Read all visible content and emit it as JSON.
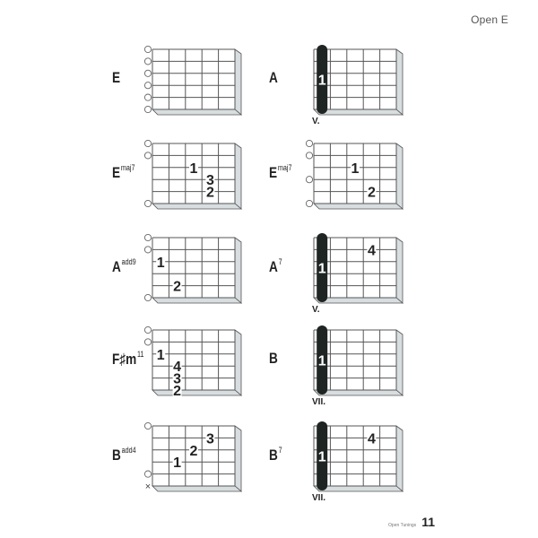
{
  "page": {
    "header_title": "Open E",
    "footer_section": "Open Tunings",
    "page_number": "11"
  },
  "grid": {
    "strings": 6,
    "frets": 5
  },
  "chords": [
    {
      "id": "E",
      "root": "E",
      "suffix": "",
      "column": "left",
      "row": 0,
      "open": [
        0,
        1,
        2,
        3,
        4,
        5
      ],
      "muted": [],
      "barre": null,
      "position": "",
      "fingers": []
    },
    {
      "id": "A",
      "root": "A",
      "suffix": "",
      "column": "right",
      "row": 0,
      "open": [],
      "muted": [],
      "barre": {
        "fret": 1,
        "finger": "1"
      },
      "position": "V.",
      "fingers": []
    },
    {
      "id": "Emaj7-a",
      "root": "E",
      "suffix": "maj7",
      "column": "left",
      "row": 1,
      "open": [
        0,
        1,
        5
      ],
      "muted": [],
      "barre": null,
      "position": "",
      "fingers": [
        {
          "string": 2,
          "fret": 3,
          "finger": "1"
        },
        {
          "string": 3,
          "fret": 4,
          "finger": "3"
        },
        {
          "string": 4,
          "fret": 4,
          "finger": "2"
        }
      ]
    },
    {
      "id": "Emaj7-b",
      "root": "E",
      "suffix": "maj7",
      "column": "right",
      "row": 1,
      "open": [
        0,
        1,
        3,
        5
      ],
      "muted": [],
      "barre": null,
      "position": "",
      "fingers": [
        {
          "string": 2,
          "fret": 3,
          "finger": "1"
        },
        {
          "string": 4,
          "fret": 4,
          "finger": "2"
        }
      ]
    },
    {
      "id": "Aadd9",
      "root": "A",
      "suffix": "add9",
      "column": "left",
      "row": 2,
      "open": [
        0,
        1,
        5
      ],
      "muted": [],
      "barre": null,
      "position": "",
      "fingers": [
        {
          "string": 2,
          "fret": 1,
          "finger": "1"
        },
        {
          "string": 4,
          "fret": 2,
          "finger": "2"
        }
      ]
    },
    {
      "id": "A7",
      "root": "A",
      "suffix": "7",
      "column": "right",
      "row": 2,
      "open": [],
      "muted": [],
      "barre": {
        "fret": 1,
        "finger": "1"
      },
      "position": "V.",
      "fingers": [
        {
          "string": 1,
          "fret": 4,
          "finger": "4"
        }
      ]
    },
    {
      "id": "F#m11",
      "root": "F♯m",
      "suffix": "11",
      "column": "left",
      "row": 3,
      "open": [
        0,
        1
      ],
      "muted": [],
      "barre": null,
      "position": "",
      "fingers": [
        {
          "string": 2,
          "fret": 1,
          "finger": "1"
        },
        {
          "string": 3,
          "fret": 2,
          "finger": "4"
        },
        {
          "string": 4,
          "fret": 2,
          "finger": "3"
        },
        {
          "string": 5,
          "fret": 2,
          "finger": "2"
        }
      ]
    },
    {
      "id": "B",
      "root": "B",
      "suffix": "",
      "column": "right",
      "row": 3,
      "open": [],
      "muted": [],
      "barre": {
        "fret": 1,
        "finger": "1"
      },
      "position": "VII.",
      "fingers": []
    },
    {
      "id": "Badd4",
      "root": "B",
      "suffix": "add4",
      "column": "left",
      "row": 4,
      "open": [
        0,
        4
      ],
      "muted": [
        5
      ],
      "barre": null,
      "position": "",
      "fingers": [
        {
          "string": 3,
          "fret": 2,
          "finger": "1"
        },
        {
          "string": 2,
          "fret": 3,
          "finger": "2"
        },
        {
          "string": 1,
          "fret": 4,
          "finger": "3"
        }
      ]
    },
    {
      "id": "B7",
      "root": "B",
      "suffix": "7",
      "column": "right",
      "row": 4,
      "open": [],
      "muted": [],
      "barre": {
        "fret": 1,
        "finger": "1"
      },
      "position": "VII.",
      "fingers": [
        {
          "string": 1,
          "fret": 4,
          "finger": "4"
        }
      ]
    }
  ],
  "colors": {
    "grid_line": "#555555",
    "bevel": "#d8dde0",
    "barre": "#1e2522",
    "text": "#222222"
  }
}
